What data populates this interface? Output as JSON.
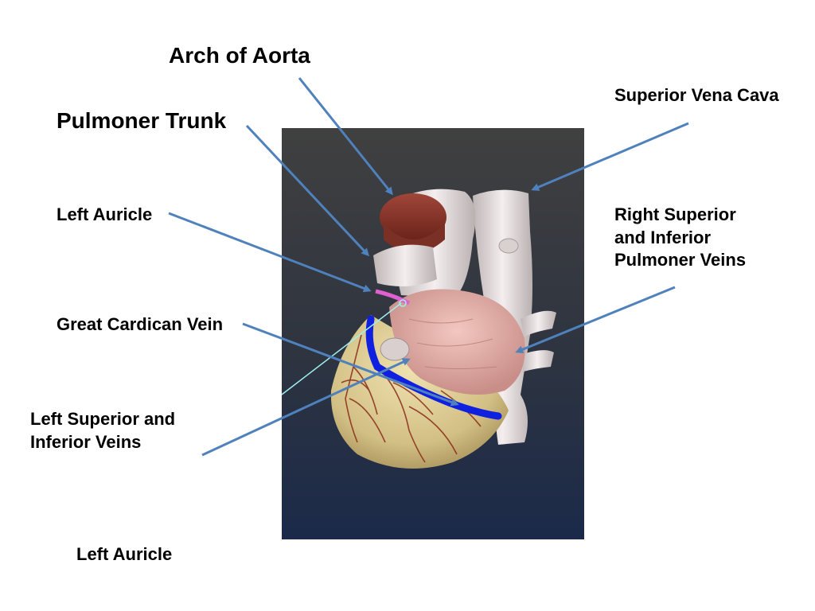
{
  "labels": {
    "arch_of_aorta": "Arch of Aorta",
    "pulmoner_trunk": "Pulmoner Trunk",
    "superior_vena_cava": "Superior Vena Cava",
    "left_auricle_top": "Left Auricle",
    "right_pulm_veins_line1": "Right Superior",
    "right_pulm_veins_line2": "and Inferior",
    "right_pulm_veins_line3": "Pulmoner Veins",
    "great_cardican_vein": "Great Cardican Vein",
    "left_sup_inf_veins_line1": "Left Superior and",
    "left_sup_inf_veins_line2": "Inferior Veins",
    "left_auricle_bottom": "Left Auricle"
  },
  "colors": {
    "arrow": "#4f81bd",
    "photo_bg_top": "#3f3f3f",
    "photo_bg_bottom": "#1c2a48",
    "vein_blue": "#1020e0",
    "auricle_pink": "#e060d0",
    "myocardium": "#d8c890",
    "coronary_red": "#8a2a1a"
  }
}
